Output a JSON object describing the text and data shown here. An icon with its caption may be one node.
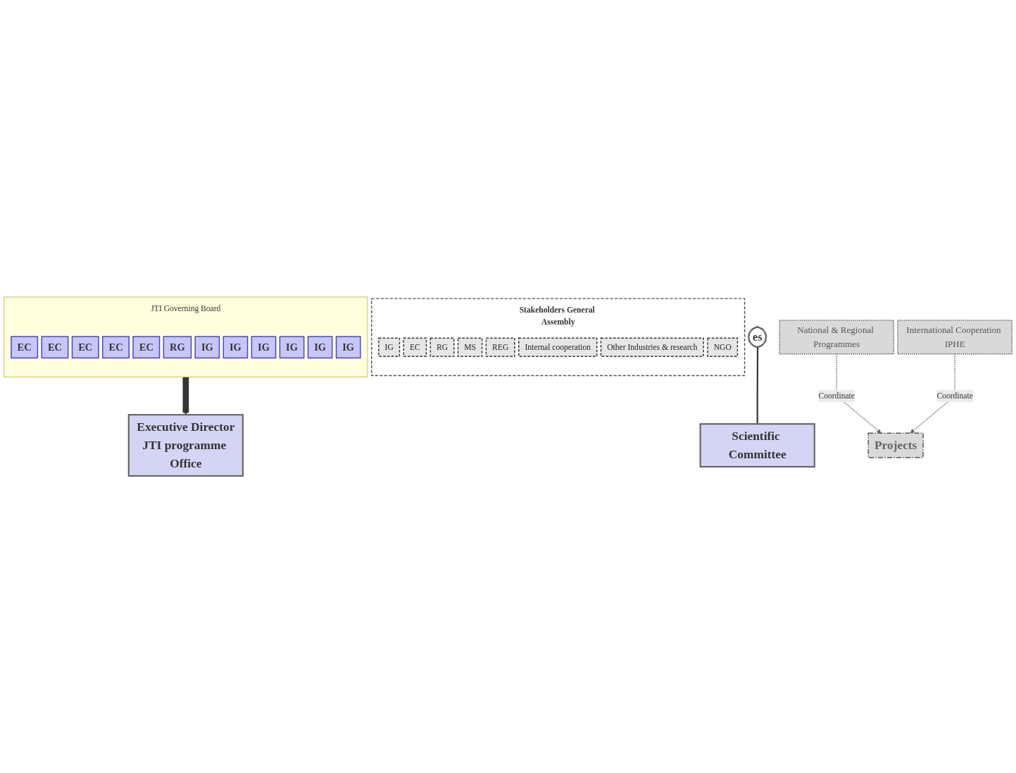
{
  "diagram": {
    "nodes": [
      {
        "text": [
          "Stakeholders General Assembly"
        ]
      },
      {
        "text": [
          "IG"
        ],
        "in": 0
      },
      {
        "text": [
          "EC"
        ],
        "in": 0
      },
      {
        "text": [
          "RG"
        ],
        "in": 0
      },
      {
        "text": [
          "MS"
        ],
        "in": 0
      },
      {
        "text": [
          "REG"
        ],
        "in": 0
      },
      {
        "text": [
          "Internal cooperation"
        ],
        "in": 0
      },
      {
        "text": [
          "Other Industries & research"
        ],
        "in": 0
      },
      {
        "text": [
          "NGO"
        ],
        "in": 0
      },
      {
        "text": [
          "JTI Governing Board"
        ]
      },
      {
        "text": [
          "EC"
        ],
        "in": 9
      },
      {
        "text": [
          "EC"
        ],
        "in": 9
      },
      {
        "text": [
          "EC"
        ],
        "in": 9
      },
      {
        "text": [
          "EC"
        ],
        "in": 9
      },
      {
        "text": [
          "EC"
        ],
        "in": 9
      },
      {
        "text": [
          "RG"
        ],
        "in": 9
      },
      {
        "text": [
          "IG"
        ],
        "in": 9
      },
      {
        "text": [
          "IG"
        ],
        "in": 9
      },
      {
        "text": [
          "IG"
        ],
        "in": 9
      },
      {
        "text": [
          "IG"
        ],
        "in": 9
      },
      {
        "text": [
          "IG"
        ],
        "in": 9
      },
      {
        "text": [
          "IG"
        ],
        "in": 9
      },
      {
        "text": [
          "es"
        ]
      },
      {
        "text": [
          "Scientific Committee"
        ]
      },
      {
        "text": [
          "Executive Director",
          "JTI programme Office"
        ]
      },
      {
        "text": [
          "Projects"
        ]
      },
      {
        "text": [
          "National & Regional Programmes"
        ]
      },
      {
        "text": [
          "International Cooperation IPHE"
        ]
      }
    ],
    "edges": [
      {
        "from": 9,
        "to": 24,
        "arrow": "to",
        "style": "thick"
      },
      {
        "from": 22,
        "to": 23,
        "arrow": "none"
      },
      {
        "from": 26,
        "to": 25,
        "arrow": "to",
        "label": "Coordinate",
        "style": "dashed",
        "color": "#666666"
      },
      {
        "from": 27,
        "to": 25,
        "arrow": "to",
        "label": "Coordinate",
        "style": "dashed",
        "color": "#666666"
      }
    ]
  }
}
